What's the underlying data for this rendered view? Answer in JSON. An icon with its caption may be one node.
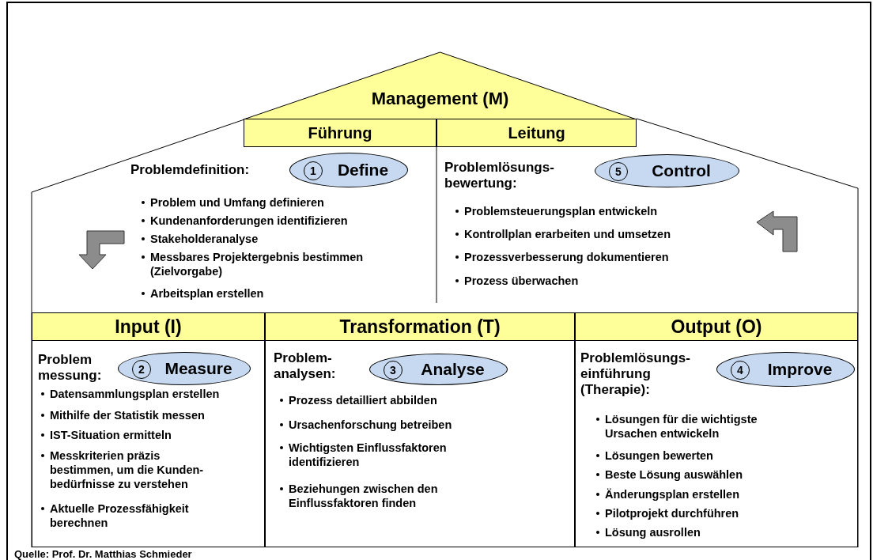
{
  "diagram": {
    "nodes": [
      {
        "text": [
          "Management (M)"
        ]
      },
      {
        "text": [
          "Führung"
        ]
      },
      {
        "text": [
          "Leitung"
        ]
      },
      {
        "text": [
          "Problemdefinition:",
          "Problem und Umfang definieren",
          "Kundenanforderungen identifizieren",
          "Stakeholderanalyse",
          "Messbares Projektergebnis bestimmen (Zielvorgabe)",
          "Arbeitsplan erstellen"
        ]
      },
      {
        "text": [
          "Define"
        ]
      },
      {
        "text": [
          "1"
        ],
        "in": 4
      },
      {
        "text": [
          "Problemlösungs- bewertung:",
          "Problemsteuerungsplan entwickeln",
          "Kontrollplan erarbeiten und umsetzen",
          "Prozessverbesserung dokumentieren",
          "Prozess überwachen"
        ]
      },
      {
        "text": [
          "Control"
        ]
      },
      {
        "text": [
          "5"
        ]
      },
      {
        "text": [
          "Input (I)"
        ]
      },
      {
        "text": [
          "Transformation (T)"
        ]
      },
      {
        "text": [
          "Output (O)"
        ]
      },
      {
        "text": [
          "Problem messung:",
          "Datensammlungsplan erstellen",
          "Mithilfe der Statistik messen",
          "IST-Situation ermitteln",
          "Messkriterien präzis bestimmen, um die Kunden- bedürfnisse zu verstehen",
          "Aktuelle Prozessfähigkeit berechnen"
        ]
      },
      {
        "text": [
          "Measure"
        ],
        "in": 12
      },
      {
        "text": [
          "2"
        ],
        "in": 13
      },
      {
        "text": [
          "Problem- analysen:",
          "Prozess detailliert abbilden",
          "Ursachenforschung betreiben",
          "Wichtigsten Einflussfaktoren identifizieren",
          "Beziehungen zwischen den Einflussfaktoren finden"
        ]
      },
      {
        "text": [
          "Analyse"
        ],
        "in": 15
      },
      {
        "text": [
          "3"
        ],
        "in": 16
      },
      {
        "text": [
          "Problemlösungs- einführung (Therapie):",
          "Lösungen für die wichtigste Ursachen entwickeln",
          "Lösungen bewerten",
          "Beste Lösung auswählen",
          "Änderungsplan erstellen",
          "Pilotprojekt  durchführen",
          "Lösung ausrollen"
        ]
      },
      {
        "text": [
          "Improve"
        ],
        "in": 18
      },
      {
        "text": [
          "4"
        ],
        "in": 19
      }
    ],
    "labels": [
      "Quelle: Prof. Dr. Matthias Schmieder"
    ]
  }
}
